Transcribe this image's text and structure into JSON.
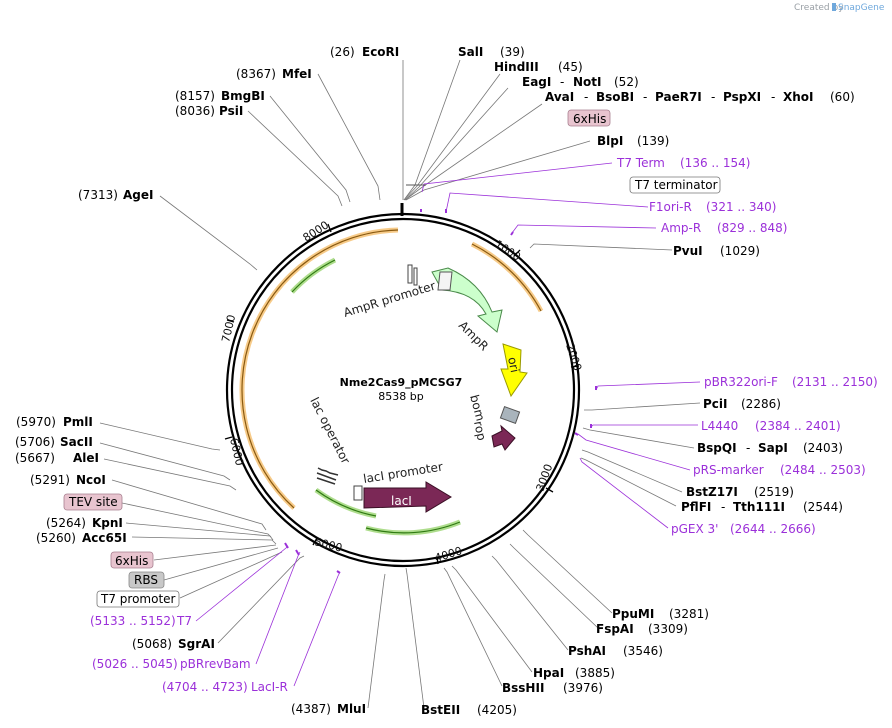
{
  "credit": {
    "prefix": "Created by",
    "brand": "SnapGene"
  },
  "plasmid": {
    "name": "Nme2Cas9_pMCSG7",
    "size_label": "8538 bp"
  },
  "ticks": [
    "1000",
    "2000",
    "3000",
    "4000",
    "5000",
    "6000",
    "7000",
    "8000"
  ],
  "features": {
    "ampr_promoter": "AmpR promoter",
    "ampr": "AmpR",
    "ori": "ori",
    "bom": "bom",
    "rop": "rop",
    "lac_operator": "lac operator",
    "laci_promoter": "lacI promoter",
    "laci": "lacI"
  },
  "right_labels": [
    {
      "pos": "(26)",
      "name": "EcoRI"
    },
    {
      "name": "SalI",
      "pos": "(39)"
    },
    {
      "name": "HindIII",
      "pos": "(45)"
    },
    {
      "name": "EagI",
      "sep": "-",
      "name2": "NotI",
      "pos": "(52)"
    },
    {
      "name": "AvaI",
      "name2": "BsoBI",
      "name3": "PaeR7I",
      "name4": "PspXI",
      "name5": "XhoI",
      "sep": "-",
      "pos": "(60)"
    },
    {
      "tag": "6xHis"
    },
    {
      "name": "BlpI",
      "pos": "(139)"
    },
    {
      "primer": "T7 Term",
      "range": "(136 .. 154)"
    },
    {
      "box": "T7 terminator"
    },
    {
      "primer": "F1ori-R",
      "range": "(321 .. 340)"
    },
    {
      "primer": "Amp-R",
      "range": "(829 .. 848)"
    },
    {
      "name": "PvuI",
      "pos": "(1029)"
    },
    {
      "primer": "pBR322ori-F",
      "range": "(2131 .. 2150)"
    },
    {
      "name": "PciI",
      "pos": "(2286)"
    },
    {
      "primer": "L4440",
      "range": "(2384 .. 2401)"
    },
    {
      "name": "BspQI",
      "sep": "-",
      "name2": "SapI",
      "pos": "(2403)"
    },
    {
      "primer": "pRS-marker",
      "range": "(2484 .. 2503)"
    },
    {
      "name": "BstZ17I",
      "pos": "(2519)"
    },
    {
      "name": "PflFI",
      "sep": "-",
      "name2": "Tth111I",
      "pos": "(2544)"
    },
    {
      "primer": "pGEX 3'",
      "range": "(2644 .. 2666)"
    },
    {
      "name": "PpuMI",
      "pos": "(3281)"
    },
    {
      "name": "FspAI",
      "pos": "(3309)"
    },
    {
      "name": "PshAI",
      "pos": "(3546)"
    },
    {
      "name": "HpaI",
      "pos": "(3885)"
    },
    {
      "name": "BssHII",
      "pos": "(3976)"
    },
    {
      "name": "BstEII",
      "pos": "(4205)"
    }
  ],
  "left_labels": [
    {
      "pos": "(8367)",
      "name": "MfeI"
    },
    {
      "pos": "(8157)",
      "name": "BmgBI"
    },
    {
      "pos": "(8036)",
      "name": "PsiI"
    },
    {
      "pos": "(7313)",
      "name": "AgeI"
    },
    {
      "pos": "(5970)",
      "name": "PmlI"
    },
    {
      "pos": "(5706)",
      "name": "SacII"
    },
    {
      "pos": "(5667)",
      "name": "AleI"
    },
    {
      "pos": "(5291)",
      "name": "NcoI"
    },
    {
      "tag": "TEV site"
    },
    {
      "pos": "(5264)",
      "name": "KpnI"
    },
    {
      "pos": "(5260)",
      "name": "Acc65I"
    },
    {
      "tag": "6xHis"
    },
    {
      "tag": "RBS"
    },
    {
      "box": "T7 promoter"
    },
    {
      "range": "(5133 .. 5152)",
      "primer": "T7"
    },
    {
      "pos": "(5068)",
      "name": "SgrAI"
    },
    {
      "range": "(5026 .. 5045)",
      "primer": "pBRrevBam"
    },
    {
      "range": "(4704 .. 4723)",
      "primer": "LacI-R"
    },
    {
      "pos": "(4387)",
      "name": "MluI"
    }
  ],
  "colors": {
    "primer": "#9b30d9",
    "tag_fill": "#e8c4cf",
    "rbs_fill": "#c8c8c8",
    "ampr_fill": "#ccffcc",
    "ori_fill": "#ffff00",
    "laci_fill": "#7b2856",
    "rop_fill": "#7b2856",
    "bom_fill": "#a9b4bc",
    "orange_arc": "#f0a028",
    "green_arc": "#5aa02c"
  }
}
